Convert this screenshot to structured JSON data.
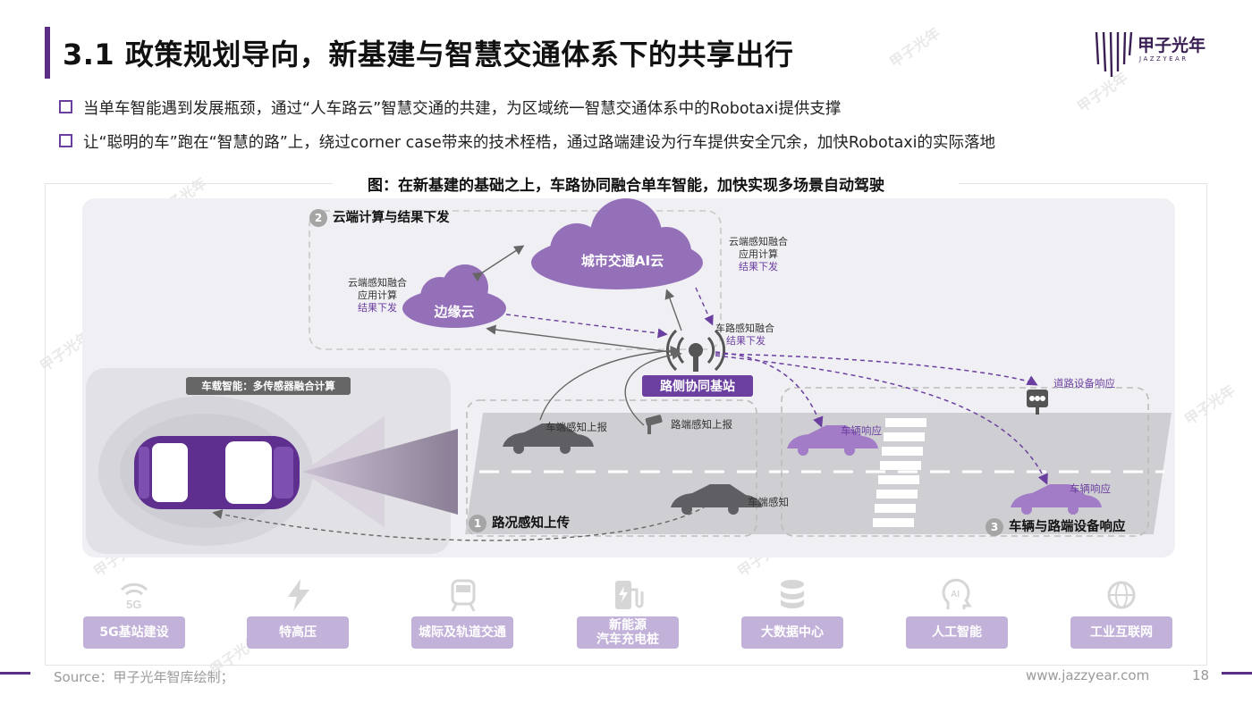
{
  "header": {
    "title": "3.1 政策规划导向，新基建与智慧交通体系下的共享出行",
    "logo_text": "甲子光年",
    "logo_sub": "JAZZYEAR"
  },
  "bullets": [
    "当单车智能遇到发展瓶颈，通过“人车路云”智慧交通的共建，为区域统一智慧交通体系中的Robotaxi提供支撑",
    "让“聪明的车”跑在“智慧的路”上，绕过corner case带来的技术桎梏，通过路端建设为行车提供安全冗余，加快Robotaxi的实际落地"
  ],
  "figure": {
    "title": "图：在新基建的基础之上，车路协同融合单车智能，加快实现多场景自动驾驶",
    "step2": {
      "num": "2",
      "label": "云端计算与结果下发"
    },
    "step1": {
      "num": "1",
      "label": "路况感知上传"
    },
    "step3": {
      "num": "3",
      "label": "车辆与路端设备响应"
    },
    "city_cloud": "城市交通AI云",
    "edge_cloud": "边缘云",
    "base_station": "路侧协同基站",
    "vehicle_box": "车载智能：多传感器融合计算",
    "city_cloud_note": {
      "l1": "云端感知融合",
      "l2": "应用计算",
      "l3": "结果下发"
    },
    "edge_cloud_note": {
      "l1": "云端感知融合",
      "l2": "应用计算",
      "l3": "结果下发"
    },
    "road_note": {
      "l1": "车路感知融合",
      "l2": "结果下发"
    },
    "car_report": "车端感知上报",
    "road_report": "路端感知上报",
    "car_sense": "车端感知",
    "device_response": "道路设备响应",
    "vehicle_response_1": "车辆响应",
    "vehicle_response_2": "车辆响应"
  },
  "categories": [
    {
      "label": "5G基站建设",
      "icon": "signal-5g-icon"
    },
    {
      "label": "特高压",
      "icon": "lightning-icon"
    },
    {
      "label": "城际及轨道交通",
      "icon": "train-icon"
    },
    {
      "label": "新能源\n汽车充电桩",
      "icon": "charging-station-icon"
    },
    {
      "label": "大数据中心",
      "icon": "database-icon"
    },
    {
      "label": "人工智能",
      "icon": "ai-head-icon"
    },
    {
      "label": "工业互联网",
      "icon": "globe-gear-icon"
    }
  ],
  "footer": {
    "source": "Source：甲子光年智库绘制；",
    "site": "www.jazzyear.com",
    "page": "18"
  },
  "colors": {
    "brand": "#5b2d86",
    "accent": "#7d4fb0",
    "light_purple": "#c2b2d9"
  }
}
